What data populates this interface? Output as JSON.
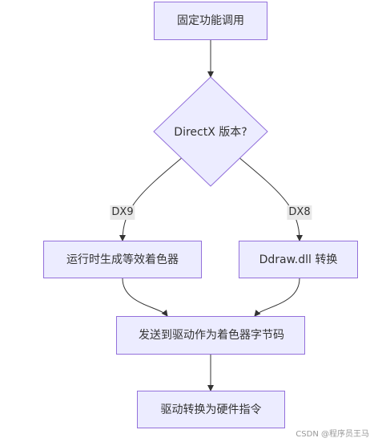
{
  "nodes": {
    "start": "固定功能调用",
    "decision": "DirectX 版本?",
    "dx9_action": "运行时生成等效着色器",
    "dx8_action": "Ddraw.dll 转换",
    "send": "发送到驱动作为着色器字节码",
    "end": "驱动转换为硬件指令"
  },
  "edges": {
    "dx9": "DX9",
    "dx8": "DX8"
  },
  "watermark": "CSDN @程序员王马",
  "colors": {
    "node_fill": "#ececff",
    "node_border": "#9370db",
    "edge": "#333333",
    "edge_label_bg": "#e8e8e8"
  }
}
